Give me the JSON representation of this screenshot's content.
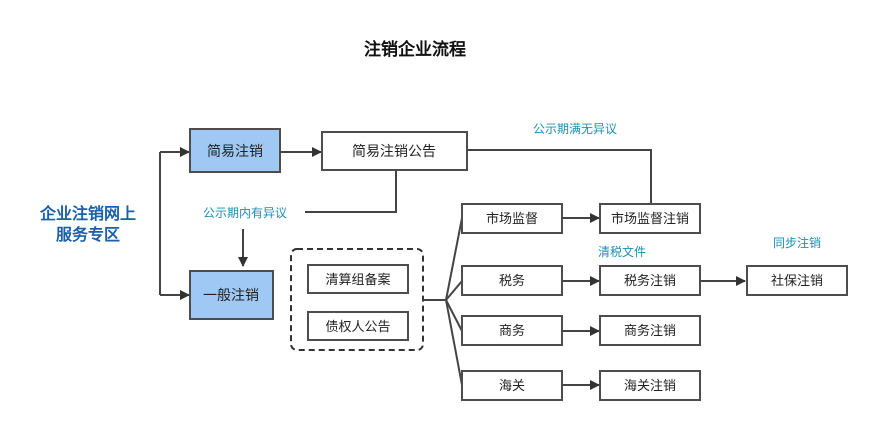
{
  "title": "注销企业流程",
  "entry_lines": [
    "企业注销网上",
    "服务专区"
  ],
  "nodes": {
    "simple_cancel": "简易注销",
    "simple_notice": "简易注销公告",
    "general_cancel": "一般注销",
    "liquidation": "清算组备案",
    "creditor_notice": "债权人公告",
    "market": "市场监督",
    "market_cancel": "市场监督注销",
    "tax": "税务",
    "tax_cancel": "税务注销",
    "commerce": "商务",
    "commerce_cancel": "商务注销",
    "customs": "海关",
    "customs_cancel": "海关注销",
    "social_cancel": "社保注销"
  },
  "notes": {
    "no_objection": "公示期满无异议",
    "objection": "公示期内有异议",
    "tax_docs": "清税文件",
    "sync_cancel": "同步注销"
  },
  "colors": {
    "highlight_box": "#9fc9f4",
    "note_text": "#1d8fb0",
    "entry_text": "#1a5fa8"
  }
}
